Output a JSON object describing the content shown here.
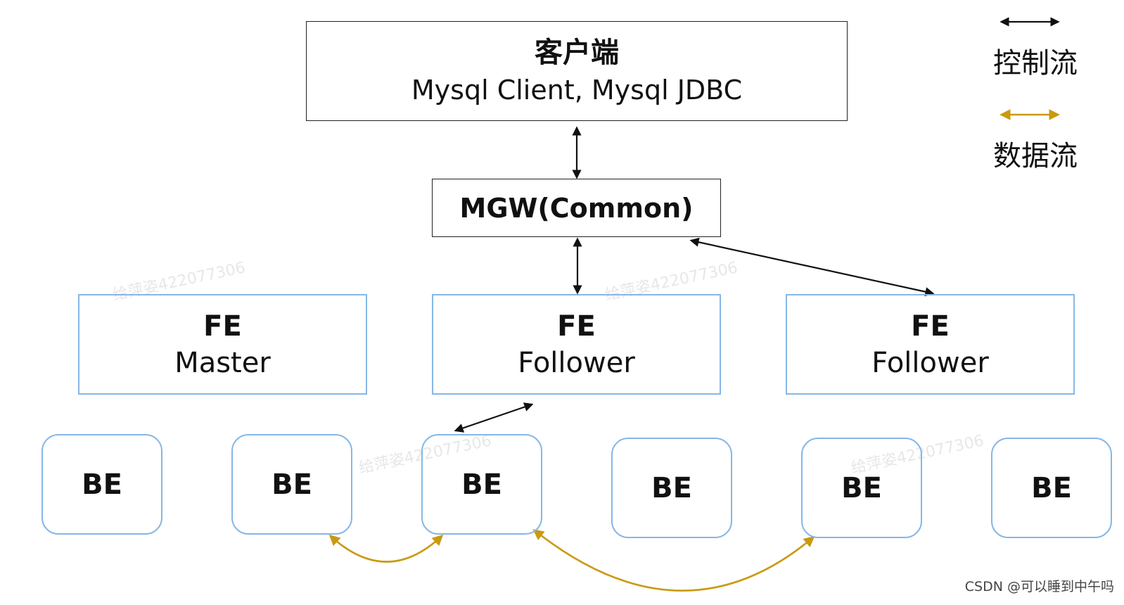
{
  "client": {
    "title": "客户端",
    "subtitle": "Mysql Client, Mysql JDBC"
  },
  "mgw": {
    "label": "MGW(Common)"
  },
  "fe_nodes": [
    {
      "title": "FE",
      "role": "Master"
    },
    {
      "title": "FE",
      "role": "Follower"
    },
    {
      "title": "FE",
      "role": "Follower"
    }
  ],
  "be_nodes": [
    "BE",
    "BE",
    "BE",
    "BE",
    "BE",
    "BE"
  ],
  "legend": {
    "control_flow": "控制流",
    "data_flow": "数据流",
    "control_color": "#111111",
    "data_color": "#c99a10"
  },
  "watermark": "给萍姿422077306",
  "footer": "CSDN @可以睡到中午吗"
}
